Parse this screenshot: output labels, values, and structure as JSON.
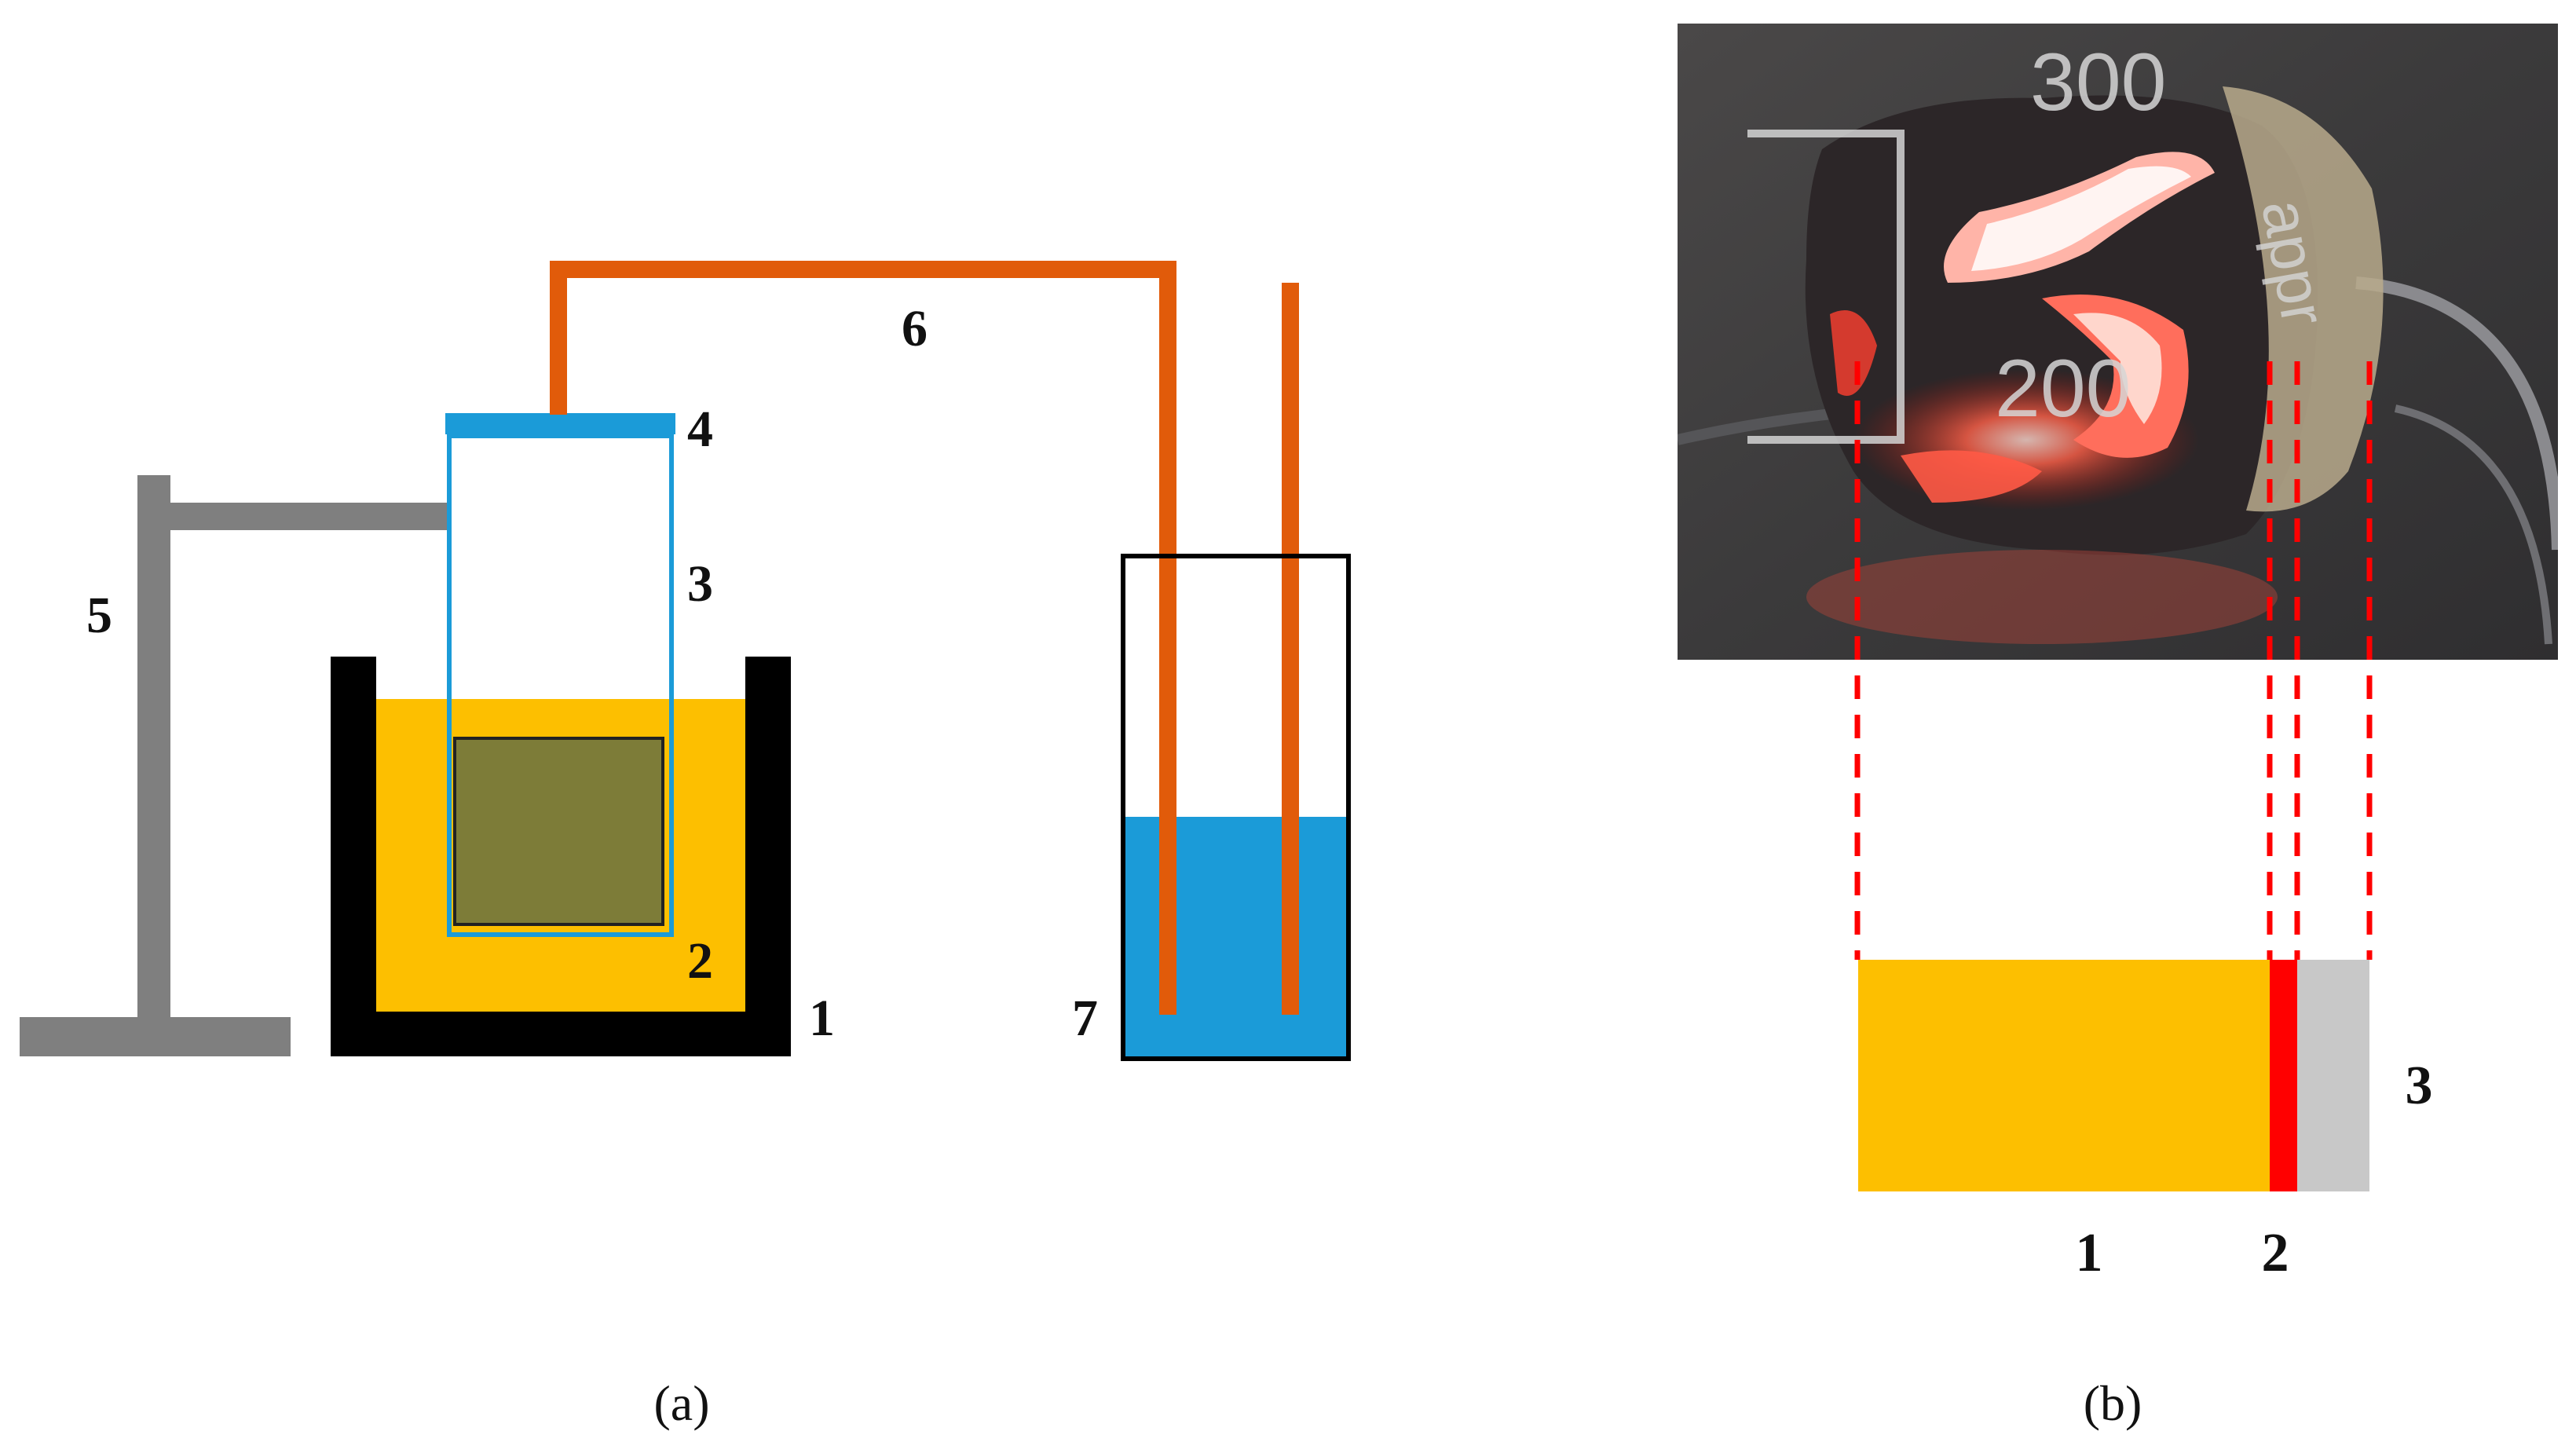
{
  "panel_a": {
    "caption": "(a)",
    "labels": {
      "bath": "1",
      "sample": "2",
      "container": "3",
      "lid": "4",
      "stand": "5",
      "tube": "6",
      "water_vessel": "7"
    }
  },
  "panel_b": {
    "caption": "(b)",
    "photo_beaker_marks": [
      "300",
      "200",
      "appr"
    ],
    "bar_labels": {
      "zone1": "1",
      "zone2": "2",
      "zone3": "3"
    }
  },
  "colors": {
    "bath_wall": "#000000",
    "bath_oil": "#fdbf00",
    "sample": "#7d7c38",
    "container_outline": "#1b9bd8",
    "stand": "#7f7f7f",
    "tube": "#e15b0a",
    "water": "#1b9bd8",
    "zone1": "#fdbf00",
    "zone2": "#ff0000",
    "zone3": "#c8c8c8",
    "dashed_guides": "#ff0000"
  }
}
